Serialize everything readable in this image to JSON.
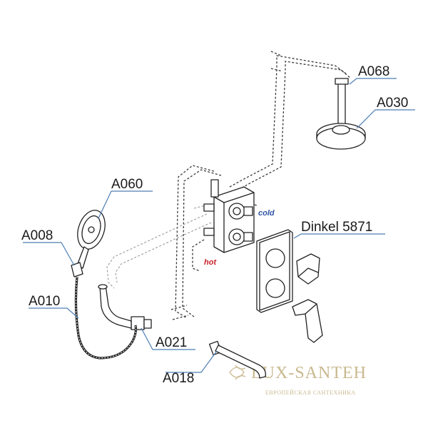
{
  "labels": {
    "a068": "A068",
    "a030": "A030",
    "a060": "A060",
    "a008": "A008",
    "a010": "A010",
    "a021": "A021",
    "a018": "A018",
    "model": "Dinkel 5871"
  },
  "tags": {
    "cold": "cold",
    "hot": "hot"
  },
  "watermark": {
    "main": "LUX-SANTEH",
    "sub": "ЕВРОПЕЙСКАЯ САНТЕХНИКА"
  },
  "colors": {
    "cold": "#2f55a4",
    "hot": "#c8202a",
    "leader": "#4d7eb5",
    "watermark": "#c9b98f"
  }
}
